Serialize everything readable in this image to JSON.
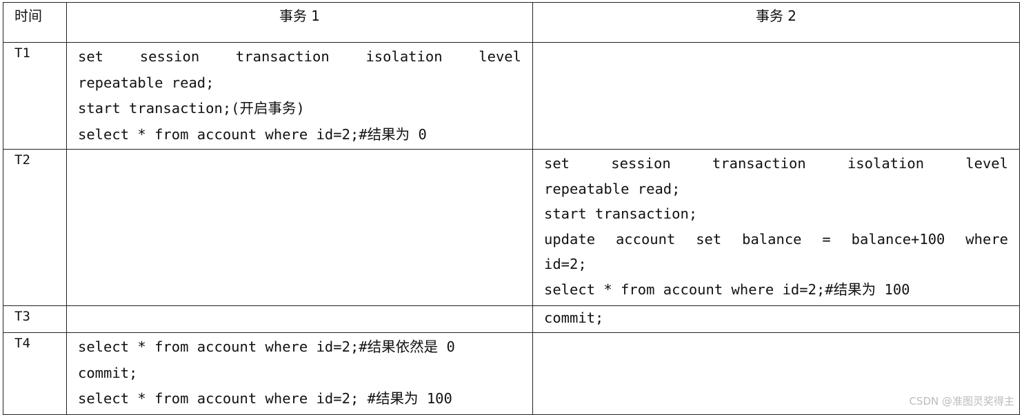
{
  "header": {
    "time": "时间",
    "tx1": "事务 1",
    "tx2": "事务 2"
  },
  "rows": [
    {
      "time": "T1",
      "tx1": [
        "set session transaction isolation level",
        "repeatable read;",
        "start transaction;(开启事务)",
        "select * from account where id=2;#结果为 0"
      ],
      "tx2": []
    },
    {
      "time": "T2",
      "tx1": [],
      "tx2": [
        "set session transaction isolation level",
        "repeatable read;",
        "start transaction;",
        "update account set balance = balance+100 where",
        "id=2;",
        "select * from account where id=2;#结果为 100"
      ]
    },
    {
      "time": "T3",
      "tx1": [],
      "tx2": [
        "commit;"
      ]
    },
    {
      "time": "T4",
      "tx1": [
        "select * from account where id=2;#结果依然是 0",
        "commit;",
        "select * from account where id=2; #结果为 100"
      ],
      "tx2": []
    }
  ],
  "watermark": "CSDN @准图灵奖得主"
}
